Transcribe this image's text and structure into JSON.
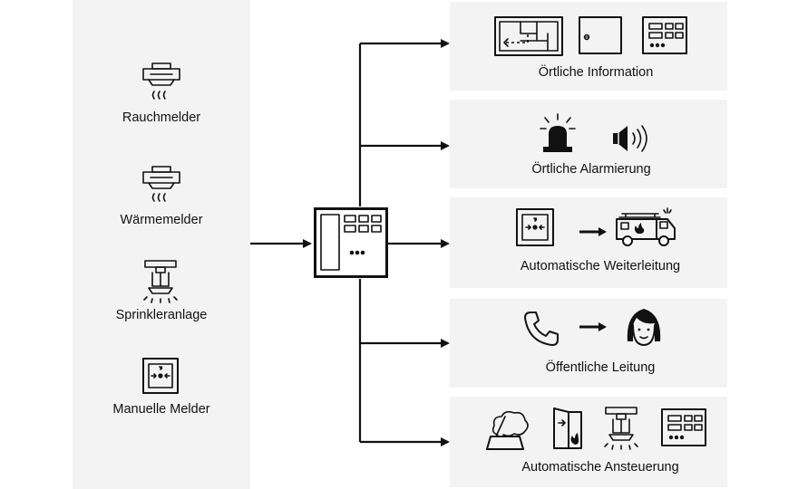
{
  "inputs": {
    "items": [
      {
        "label": "Rauchmelder",
        "icon": "smoke-detector-icon"
      },
      {
        "label": "Wärmemelder",
        "icon": "heat-detector-icon"
      },
      {
        "label": "Sprinkleranlage",
        "icon": "sprinkler-icon"
      },
      {
        "label": "Manuelle Melder",
        "icon": "manual-call-point-icon"
      }
    ]
  },
  "center": {
    "icon": "fire-alarm-control-panel-icon"
  },
  "outputs": {
    "items": [
      {
        "label": "Örtliche Information",
        "icons": [
          "floor-plan-icon",
          "fire-brigade-box-icon",
          "indicator-panel-icon"
        ]
      },
      {
        "label": "Örtliche Alarmierung",
        "icons": [
          "beacon-light-icon",
          "speaker-icon"
        ]
      },
      {
        "label": "Automatische Weiterleitung",
        "icons": [
          "manual-call-point-icon",
          "arrow-right-icon",
          "fire-truck-icon"
        ]
      },
      {
        "label": "Öffentliche Leitung",
        "icons": [
          "phone-icon",
          "arrow-right-icon",
          "person-icon"
        ]
      },
      {
        "label": "Automatische Ansteuerung",
        "icons": [
          "smoke-extraction-icon",
          "fire-door-icon",
          "sprinkler-icon",
          "indicator-panel-icon"
        ]
      }
    ]
  },
  "colors": {
    "panel": "#f3f3f3",
    "line": "#111111"
  }
}
